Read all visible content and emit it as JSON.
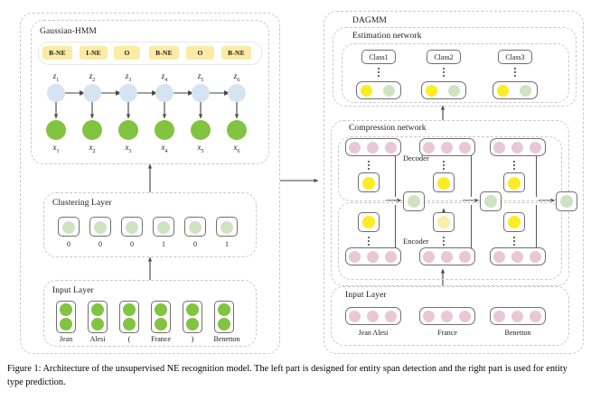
{
  "figure": {
    "caption": "Figure 1: Architecture of the unsupervised NE recognition model. The left part is designed for entity span detection and the right part is used for entity type prediction."
  },
  "left_panel": {
    "title": "Gaussian-HMM",
    "tags": [
      "B-NE",
      "I-NE",
      "O",
      "B-NE",
      "O",
      "B-NE"
    ],
    "hidden_states": [
      "z1",
      "z2",
      "z3",
      "z4",
      "z5",
      "z6"
    ],
    "hidden_labels": [
      "z",
      "z",
      "z",
      "z",
      "z",
      "z"
    ],
    "hidden_subs": [
      "1",
      "2",
      "3",
      "4",
      "5",
      "6"
    ],
    "observed_labels": [
      "x",
      "x",
      "x",
      "x",
      "x",
      "x"
    ],
    "observed_subs": [
      "1",
      "2",
      "3",
      "4",
      "5",
      "6"
    ],
    "clustering": {
      "title": "Clustering Layer",
      "values": [
        "0",
        "0",
        "0",
        "1",
        "0",
        "1"
      ]
    },
    "input": {
      "title": "Input Layer",
      "tokens": [
        "Jean",
        "Alesi",
        "(",
        "France",
        ")",
        "Benetton"
      ]
    }
  },
  "right_panel": {
    "title": "DAGMM",
    "estimation": {
      "title": "Estimation network",
      "classes": [
        "Class1",
        "Class2",
        "Class3"
      ]
    },
    "compression": {
      "title": "Compression network",
      "decoder_label": "Decoder",
      "encoder_label": "Encoder"
    },
    "input": {
      "title": "Input Layer",
      "tokens": [
        "Jean  Alesi",
        "France",
        "Benetton"
      ]
    }
  },
  "colors": {
    "tag_chip": "#fbeba4",
    "hidden_node": "#d6e3f0",
    "observed_node": "#82c341",
    "cluster_node": "#cfe3c3",
    "latent_yellow": "#fbec24",
    "latent_pale_yellow": "#f7efa8",
    "pink_node": "#e9c6d8",
    "pale_green_node": "#dfe9d5",
    "dashed_border": "#c9c9c9",
    "arrow": "#555555"
  }
}
